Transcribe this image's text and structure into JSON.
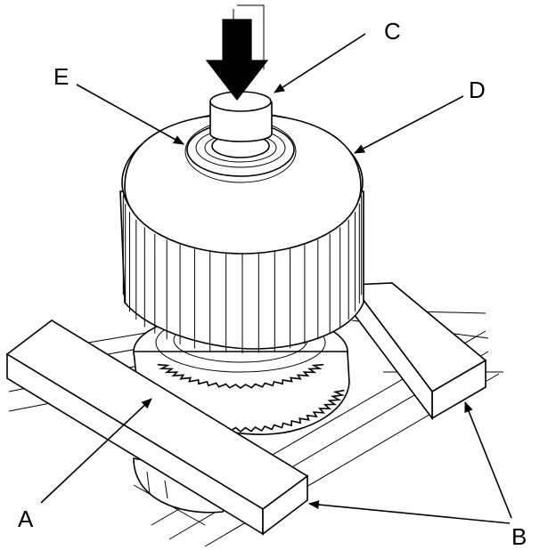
{
  "labels": {
    "a": "A",
    "b": "B",
    "c": "C",
    "d": "D",
    "e": "E"
  },
  "icons": {
    "press_arrow": "down-arrow-icon"
  }
}
